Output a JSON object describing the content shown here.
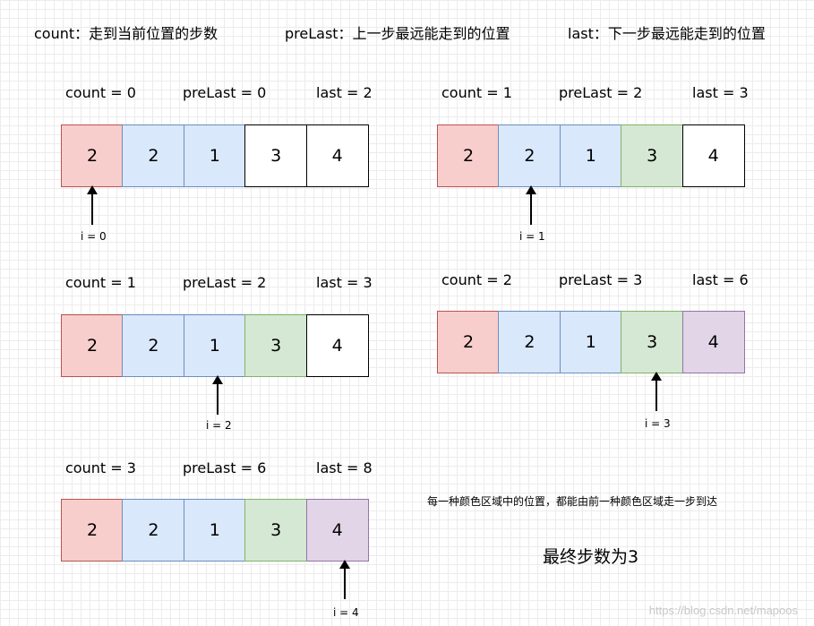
{
  "legend": {
    "count": "count：走到当前位置的步数",
    "prelast": "preLast：上一步最远能走到的位置",
    "last": "last：下一步最远能走到的位置"
  },
  "colors": {
    "red": "#f8cecc",
    "blue": "#dae8fc",
    "green": "#d5e8d4",
    "purple": "#e1d5e7",
    "white": "#ffffff"
  },
  "panels": [
    {
      "count": "count = 0",
      "prelast": "preLast = 0",
      "last": "last = 2",
      "i": "i = 0",
      "cells": [
        {
          "v": "2",
          "c": "red"
        },
        {
          "v": "2",
          "c": "blue"
        },
        {
          "v": "1",
          "c": "blue"
        },
        {
          "v": "3",
          "c": "white"
        },
        {
          "v": "4",
          "c": "white"
        }
      ]
    },
    {
      "count": "count = 1",
      "prelast": "preLast = 2",
      "last": "last = 3",
      "i": "i = 1",
      "cells": [
        {
          "v": "2",
          "c": "red"
        },
        {
          "v": "2",
          "c": "blue"
        },
        {
          "v": "1",
          "c": "blue"
        },
        {
          "v": "3",
          "c": "green"
        },
        {
          "v": "4",
          "c": "white"
        }
      ]
    },
    {
      "count": "count = 1",
      "prelast": "preLast = 2",
      "last": "last = 3",
      "i": "i = 2",
      "cells": [
        {
          "v": "2",
          "c": "red"
        },
        {
          "v": "2",
          "c": "blue"
        },
        {
          "v": "1",
          "c": "blue"
        },
        {
          "v": "3",
          "c": "green"
        },
        {
          "v": "4",
          "c": "white"
        }
      ]
    },
    {
      "count": "count = 2",
      "prelast": "preLast = 3",
      "last": "last = 6",
      "i": "i = 3",
      "cells": [
        {
          "v": "2",
          "c": "red"
        },
        {
          "v": "2",
          "c": "blue"
        },
        {
          "v": "1",
          "c": "blue"
        },
        {
          "v": "3",
          "c": "green"
        },
        {
          "v": "4",
          "c": "purple"
        }
      ]
    },
    {
      "count": "count = 3",
      "prelast": "preLast = 6",
      "last": "last = 8",
      "i": "i = 4",
      "cells": [
        {
          "v": "2",
          "c": "red"
        },
        {
          "v": "2",
          "c": "blue"
        },
        {
          "v": "1",
          "c": "blue"
        },
        {
          "v": "3",
          "c": "green"
        },
        {
          "v": "4",
          "c": "purple"
        }
      ]
    }
  ],
  "note": "每一种颜色区域中的位置，都能由前一种颜色区域走一步到达",
  "final": "最终步数为3",
  "watermark": "https://blog.csdn.net/mapoos"
}
